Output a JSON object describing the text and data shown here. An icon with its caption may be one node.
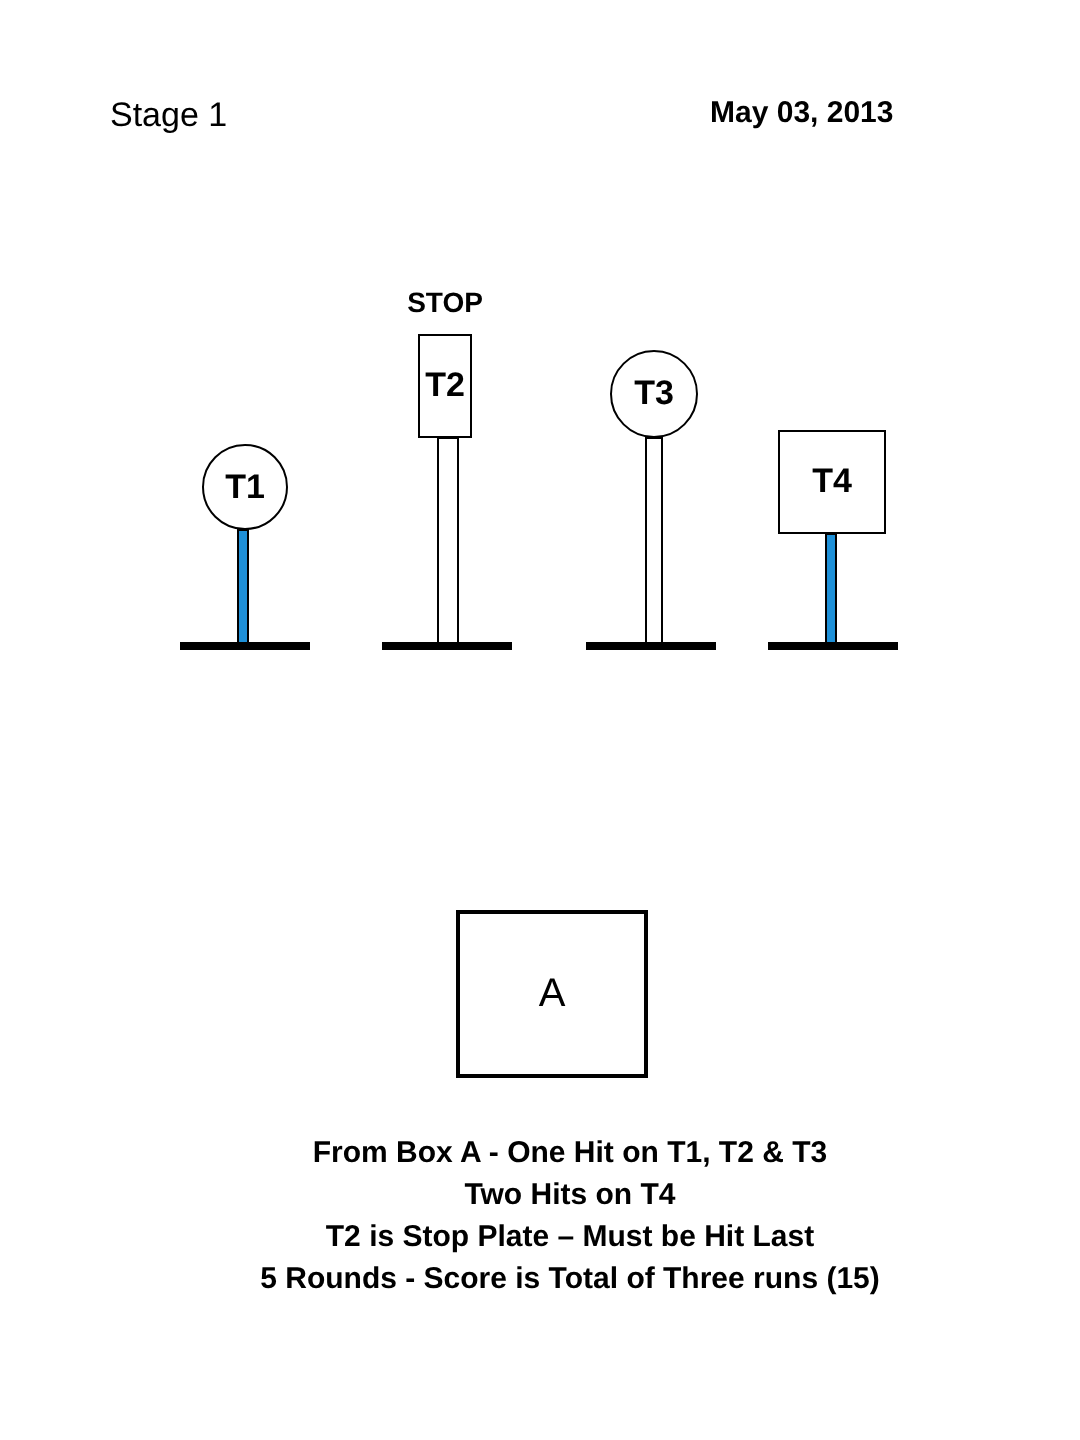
{
  "diagram": {
    "title": "Stage 1",
    "nodes": [
      {
        "text": [
          "T1"
        ]
      },
      {
        "text": [
          "STOP",
          "T2"
        ]
      },
      {
        "text": [
          "T3"
        ]
      },
      {
        "text": [
          "T4"
        ]
      },
      {
        "text": [
          "A"
        ]
      }
    ],
    "labels": [
      "May 03, 2013",
      "From Box A - One Hit on T1, T2 & T3",
      "Two Hits on T4",
      "T2 is Stop Plate – Must be Hit Last",
      "5 Rounds - Score is Total of Three runs (15)"
    ]
  }
}
